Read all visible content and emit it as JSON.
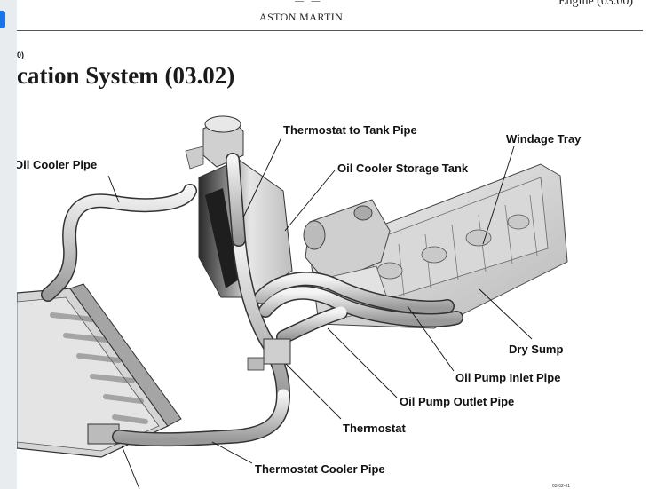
{
  "header": {
    "brand_mark": "— —",
    "brand": "ASTON MARTIN",
    "section_right": "Engine (03.00)"
  },
  "section_number": "0)",
  "page_title": "cation System (03.02)",
  "figure": {
    "labels": {
      "oil_cooler_pipe": "Oil Cooler Pipe",
      "thermostat_to_tank_pipe": "Thermostat to Tank Pipe",
      "windage_tray": "Windage Tray",
      "oil_cooler_storage_tank": "Oil Cooler Storage Tank",
      "dry_sump": "Dry Sump",
      "oil_pump_inlet_pipe": "Oil Pump Inlet Pipe",
      "oil_pump_outlet_pipe": "Oil Pump Outlet Pipe",
      "thermostat": "Thermostat",
      "thermostat_cooler_pipe": "Thermostat Cooler Pipe"
    },
    "figure_id": "03-02-01"
  }
}
